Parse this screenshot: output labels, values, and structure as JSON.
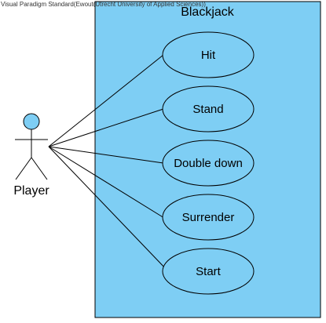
{
  "watermark": "Visual Paradigm Standard(Ewout(Utrecht University of Applied Sciences))",
  "system": {
    "title": "Blackjack",
    "fill_color": "#7ECEF4",
    "border_color": "#000000"
  },
  "actor": {
    "name": "Player",
    "head_color": "#7ECEF4"
  },
  "use_cases": [
    {
      "label": "Hit"
    },
    {
      "label": "Stand"
    },
    {
      "label": "Double down"
    },
    {
      "label": "Surrender"
    },
    {
      "label": "Start"
    }
  ],
  "colors": {
    "usecase_fill": "#7ECEF4",
    "line": "#000000"
  }
}
